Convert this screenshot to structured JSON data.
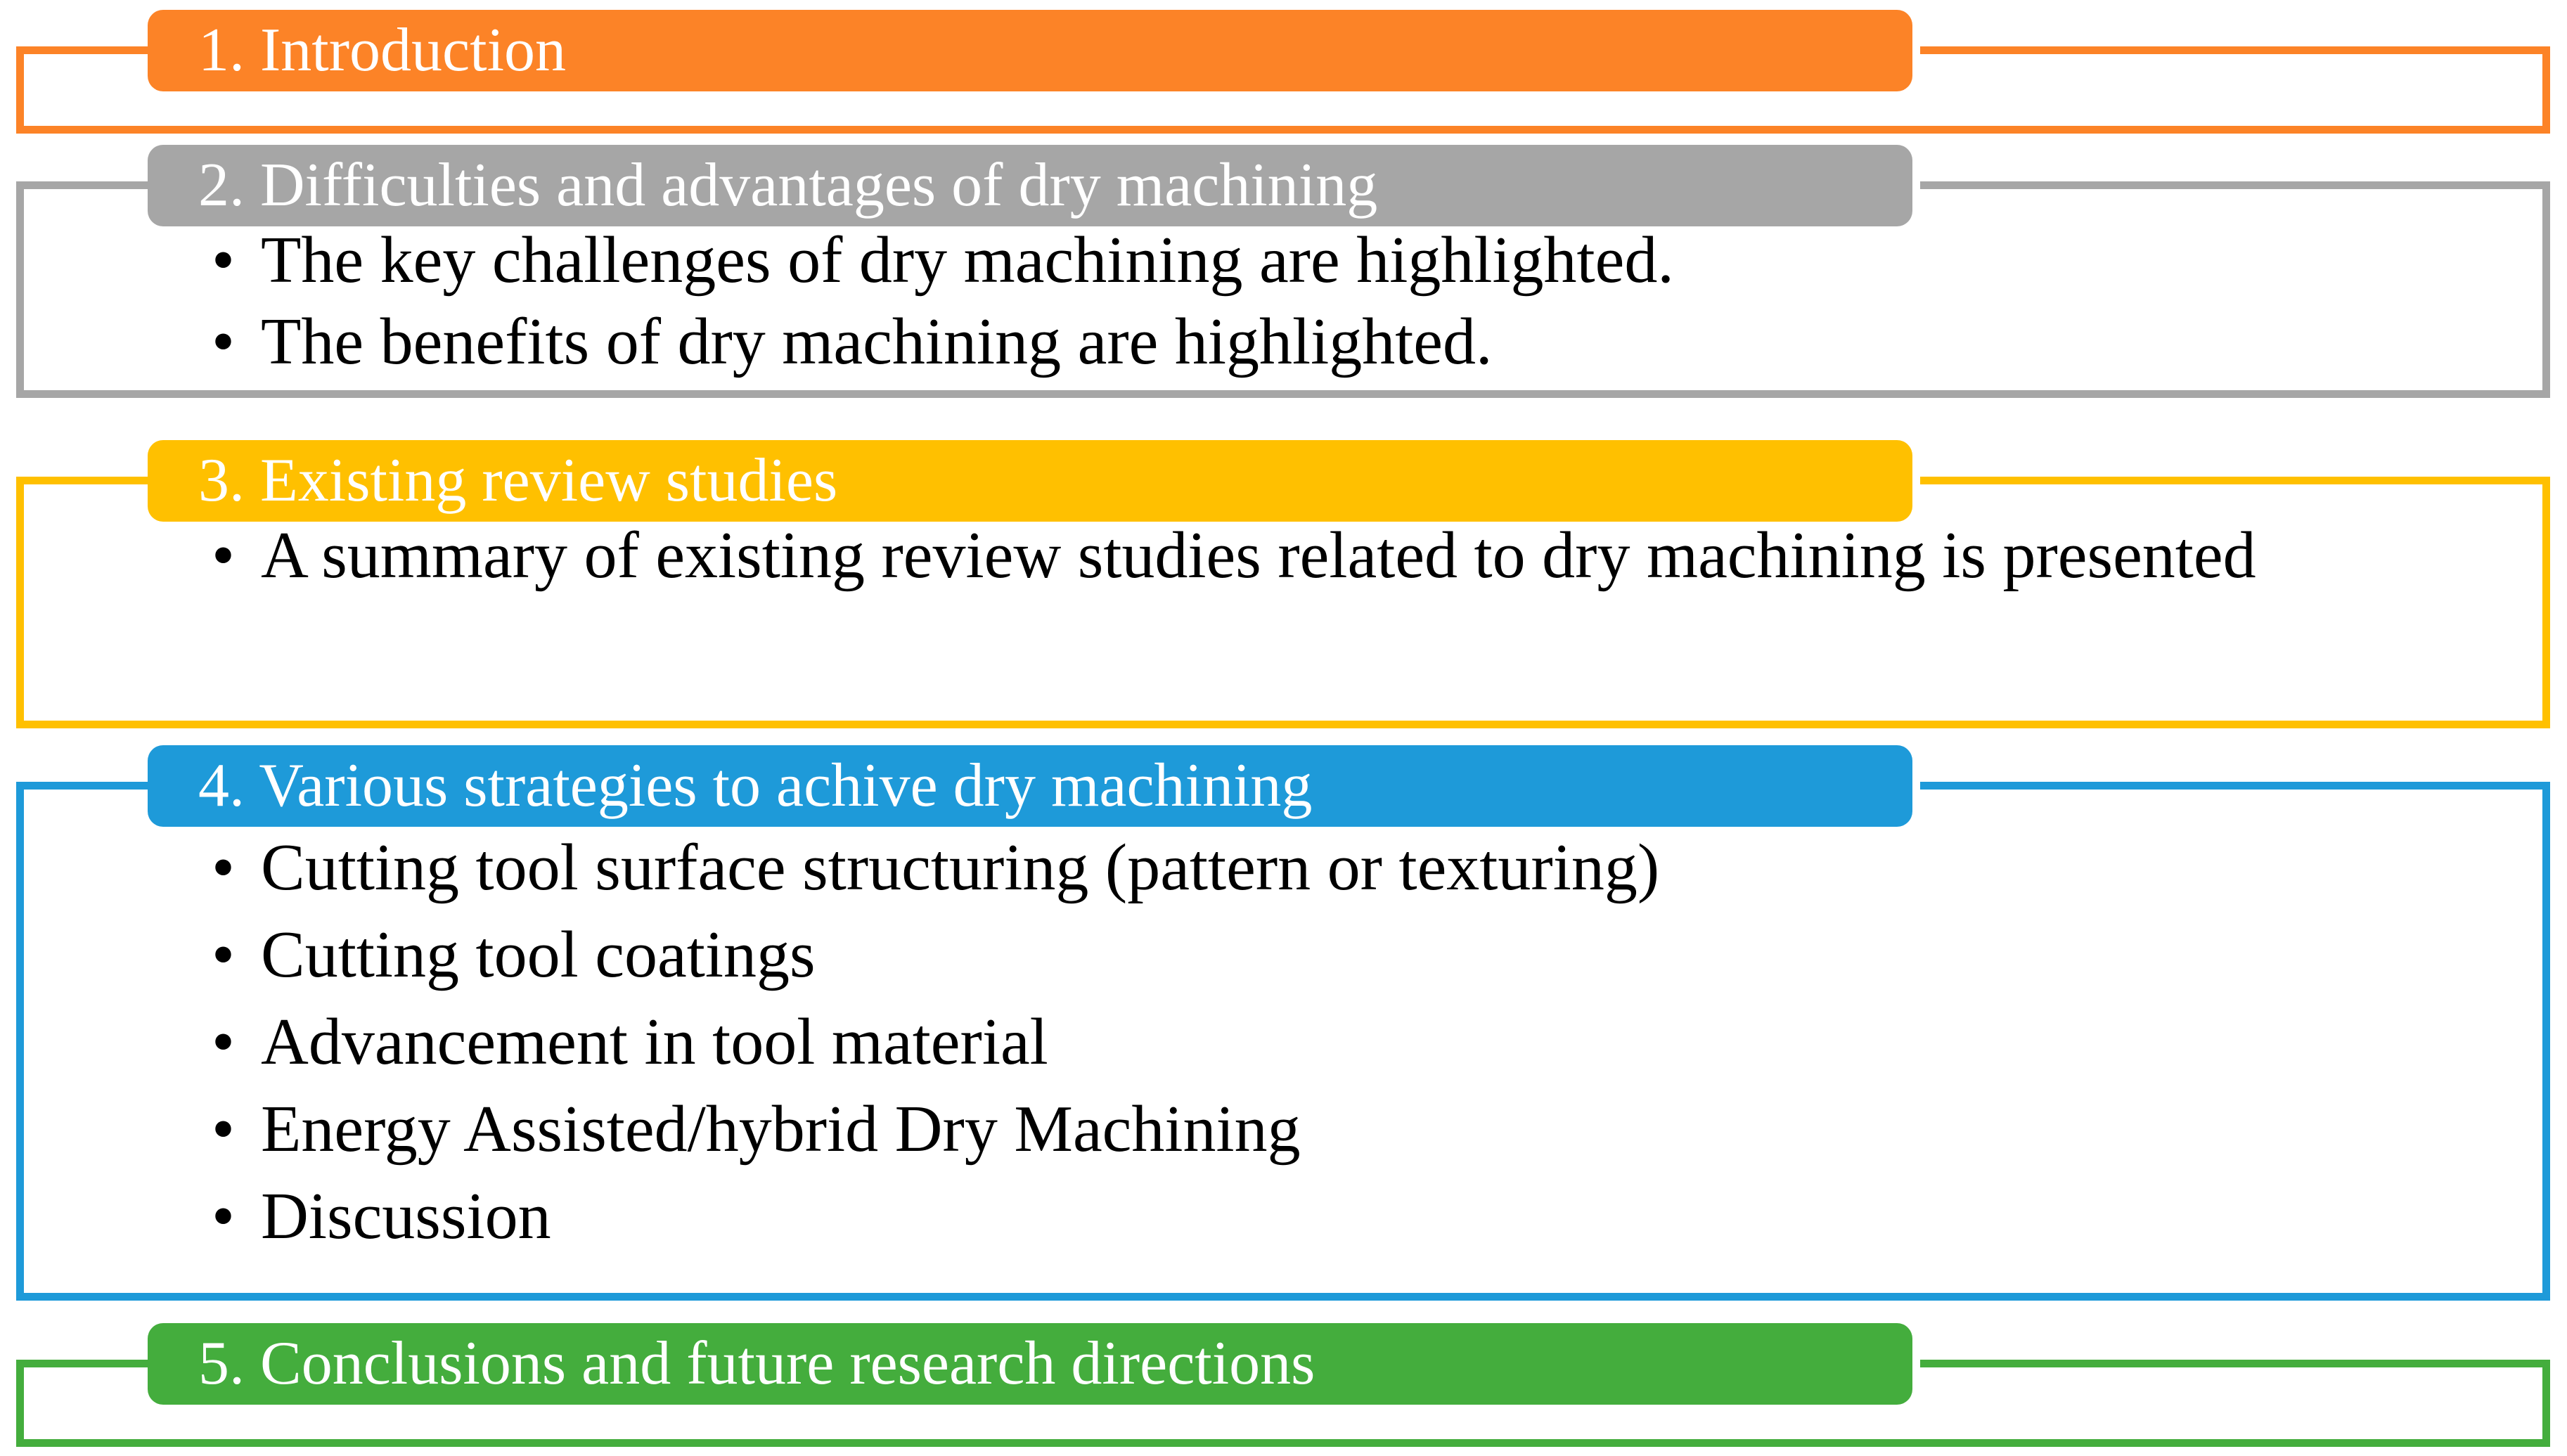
{
  "slide": {
    "background": "#FFFFFF",
    "bullet_glyph": "•"
  },
  "sections": [
    {
      "number": "1.",
      "title": "1. Introduction",
      "color": "#FC8327",
      "bullets": []
    },
    {
      "number": "2.",
      "title": "2. Difficulties and advantages of dry machining",
      "color": "#A6A6A6",
      "bullets": [
        "The key challenges of dry machining are highlighted.",
        "The benefits of dry machining are highlighted."
      ]
    },
    {
      "number": "3.",
      "title": "3. Existing review studies",
      "color": "#FFC000",
      "bullets": [
        "A summary of existing review studies related to dry machining is presented"
      ]
    },
    {
      "number": "4.",
      "title": "4. Various strategies to achive dry machining",
      "color": "#1E9AD9",
      "bullets": [
        "Cutting tool surface structuring (pattern or texturing)",
        "Cutting tool coatings",
        "Advancement in tool material",
        "Energy Assisted/hybrid Dry Machining",
        "Discussion"
      ]
    },
    {
      "number": "5.",
      "title": "5. Conclusions and future research directions",
      "color": "#44AD3D",
      "bullets": []
    }
  ]
}
